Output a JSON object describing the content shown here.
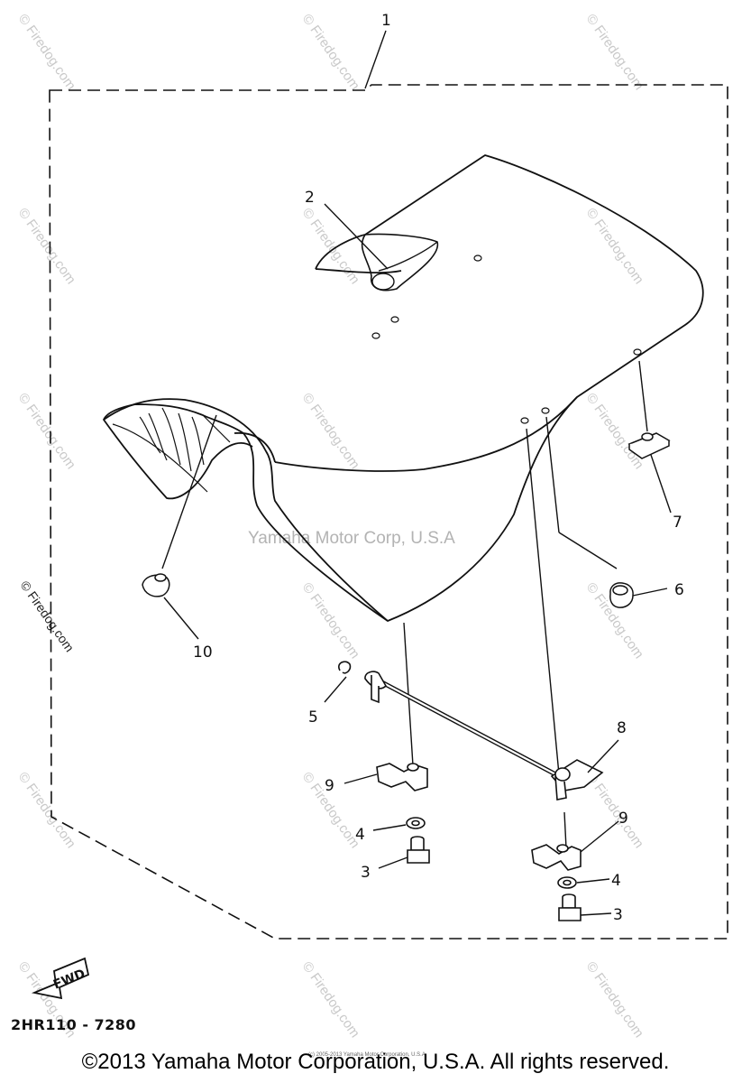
{
  "group_number": "1",
  "callouts": {
    "c2": "2",
    "c3a": "3",
    "c3b": "3",
    "c4a": "4",
    "c4b": "4",
    "c5": "5",
    "c6": "6",
    "c7": "7",
    "c8": "8",
    "c9a": "9",
    "c9b": "9",
    "c10": "10"
  },
  "fwd_label": "FWD",
  "diagram_code": "2HR110 - 7280",
  "watermark": "© Firedog.com",
  "center_watermark": "Yamaha Motor Corp, U.S.A",
  "tiny_credit": "(c) 2005-2013 Yamaha Motor Corporation, U.S.A",
  "copyright": "©2013 Yamaha Motor Corporation, U.S.A. All rights reserved."
}
